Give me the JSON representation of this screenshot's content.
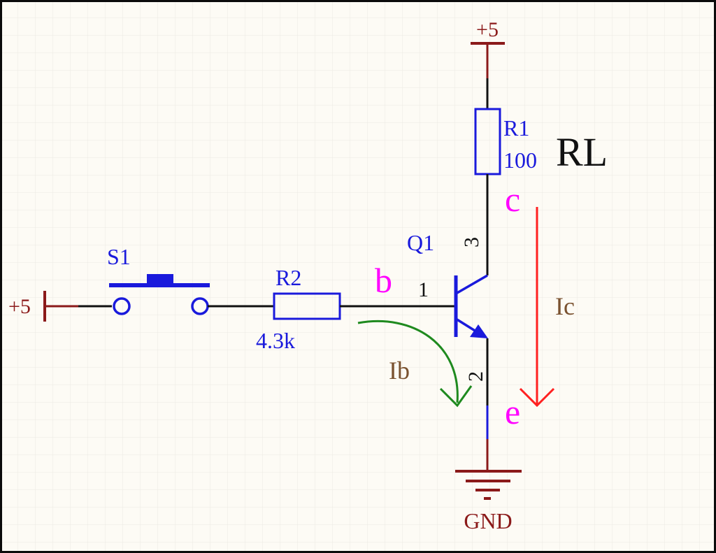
{
  "colors": {
    "background": "#fdfbf5",
    "grid": "#ece9e2",
    "frame": "#0b0b0b",
    "power_wire": "#8b1a1a",
    "signal_wire": "#111111",
    "component": "#1a1adc",
    "node_label": "#ff00ff",
    "current_label": "#7a5230",
    "ib_arrow": "#1f8a1f",
    "ic_arrow": "#ff2020",
    "rl_label": "#111111"
  },
  "labels": {
    "vcc_top": "+5",
    "vcc_left": "+5",
    "gnd": "GND",
    "switch_ref": "S1",
    "r2_ref": "R2",
    "r2_value": "4.3k",
    "r1_ref": "R1",
    "r1_value": "100",
    "rl": "RL",
    "q1_ref": "Q1",
    "pin_base": "1",
    "pin_collector": "3",
    "pin_emitter": "2",
    "node_b": "b",
    "node_c": "c",
    "node_e": "e",
    "current_ib": "Ib",
    "current_ic": "Ic"
  },
  "icons": {
    "vcc_symbol": "power-port-bar-icon",
    "gnd_symbol": "ground-icon",
    "switch_symbol": "pushbutton-switch-icon",
    "resistor_symbol": "resistor-icon",
    "transistor_symbol": "npn-transistor-icon"
  }
}
